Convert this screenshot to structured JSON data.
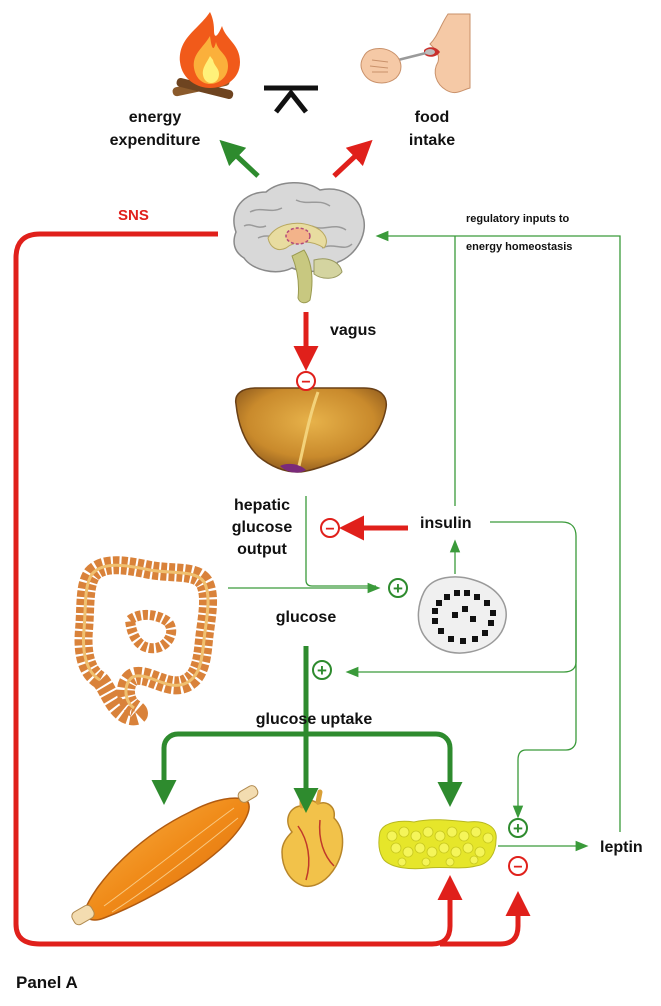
{
  "labels": {
    "energy_expenditure_1": "energy",
    "energy_expenditure_2": "expenditure",
    "food_intake_1": "food",
    "food_intake_2": "intake",
    "sns": "SNS",
    "regulatory_1": "regulatory inputs to",
    "regulatory_2": "energy homeostasis",
    "vagus": "vagus",
    "hepatic_1": "hepatic",
    "hepatic_2": "glucose",
    "hepatic_3": "output",
    "insulin": "insulin",
    "glucose": "glucose",
    "glucose_uptake": "glucose uptake",
    "leptin": "leptin",
    "panel": "Panel A"
  },
  "signs": {
    "minus": "−",
    "plus": "+"
  },
  "colors": {
    "stimulatory": "#2e8b2e",
    "inhibitory": "#e0201b",
    "thin_green": "#3a9a3a"
  },
  "icons": [
    "campfire-icon",
    "eating-person-icon",
    "balance-icon",
    "brain-icon",
    "liver-icon",
    "intestine-icon",
    "pancreatic-islet-icon",
    "muscle-icon",
    "heart-icon",
    "adipose-tissue-icon"
  ]
}
